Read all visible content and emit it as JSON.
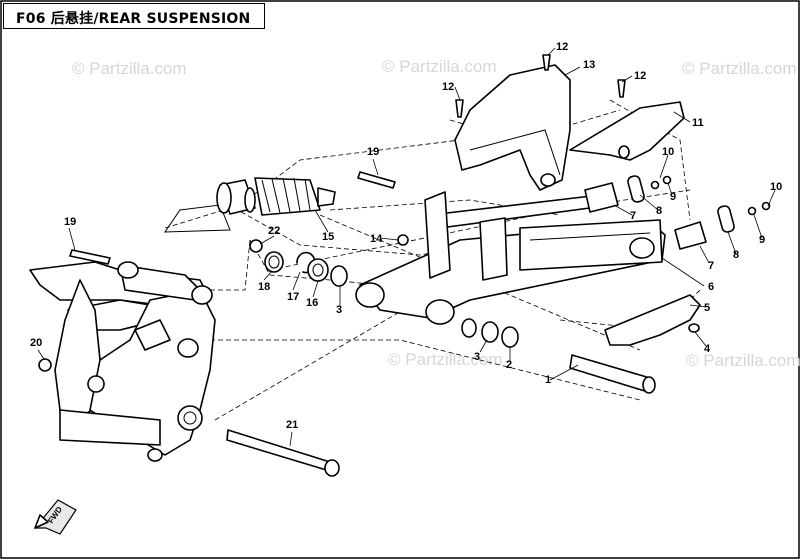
{
  "header": {
    "title": "F06 后悬挂/REAR SUSPENSION"
  },
  "watermark": {
    "text": "© Partzilla.com"
  },
  "direction_label": "FWD",
  "callouts": {
    "c1": "1",
    "c2": "2",
    "c3a": "3",
    "c3b": "3",
    "c4": "4",
    "c5": "5",
    "c6": "6",
    "c7a": "7",
    "c7b": "7",
    "c8a": "8",
    "c8b": "8",
    "c9a": "9",
    "c9b": "9",
    "c10a": "10",
    "c10b": "10",
    "c11": "11",
    "c12a": "12",
    "c12b": "12",
    "c12c": "12",
    "c13": "13",
    "c14": "14",
    "c15": "15",
    "c16": "16",
    "c17": "17",
    "c18": "18",
    "c19a": "19",
    "c19b": "19",
    "c20": "20",
    "c21": "21",
    "c22": "22"
  }
}
